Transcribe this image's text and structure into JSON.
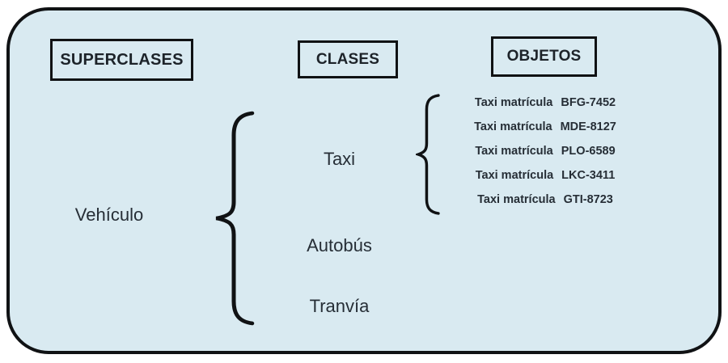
{
  "diagram": {
    "title": "Superclass / Class / Object hierarchy diagram",
    "panel_background": "#d9eaf1",
    "border_color": "#101214",
    "text_color": "#262e36"
  },
  "headers": {
    "superclases": "SUPERCLASES",
    "clases": "CLASES",
    "objetos": "OBJETOS"
  },
  "superclass": {
    "label": "Vehículo"
  },
  "classes": [
    {
      "label": "Taxi"
    },
    {
      "label": "Autobús"
    },
    {
      "label": "Tranvía"
    }
  ],
  "objects": [
    {
      "label": "Taxi matrícula",
      "plate": "BFG-7452"
    },
    {
      "label": "Taxi matrícula",
      "plate": "MDE-8127"
    },
    {
      "label": "Taxi matrícula",
      "plate": "PLO-6589"
    },
    {
      "label": "Taxi matrícula",
      "plate": "LKC-3411"
    },
    {
      "label": "Taxi matrícula",
      "plate": "GTI-8723"
    }
  ],
  "icons": {
    "superclass_brace": "left-curly-brace",
    "class_brace": "left-curly-brace"
  }
}
